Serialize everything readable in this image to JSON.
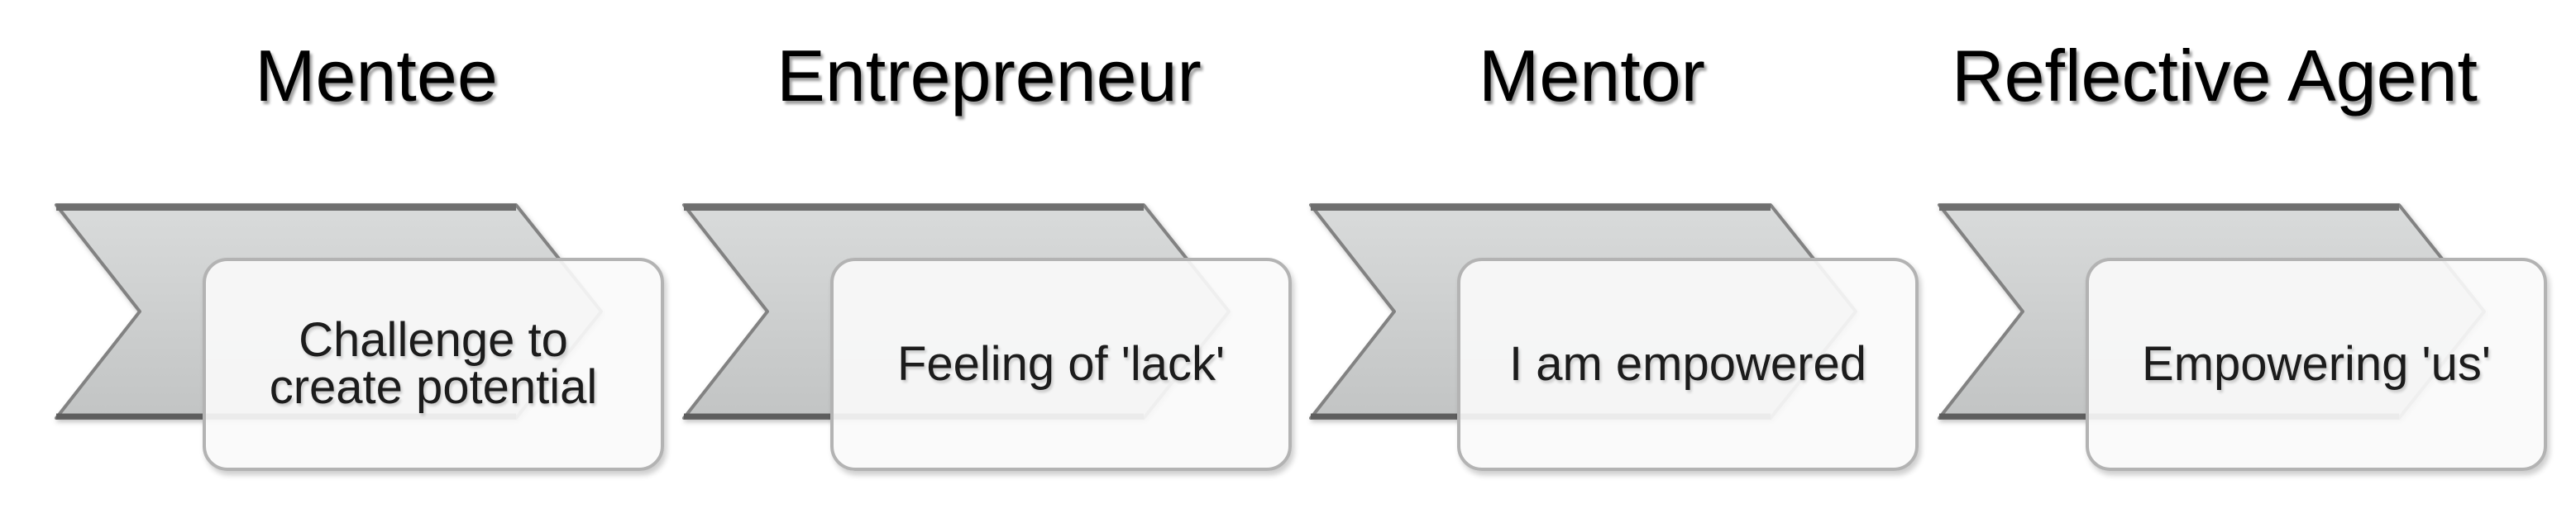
{
  "diagram": {
    "type": "process-chevron-flow",
    "stage_count": 4,
    "background_color": "#ffffff",
    "units": [
      {
        "title": "Mentee",
        "label": "Challenge to create potential"
      },
      {
        "title": "Entrepreneur",
        "label": "Feeling of 'lack'"
      },
      {
        "title": "Mentor",
        "label": "I am empowered"
      },
      {
        "title": "Reflective Agent",
        "label": "Empowering 'us'"
      }
    ],
    "colors": {
      "chevron_fill_top": "#d9dbdb",
      "chevron_fill_bottom": "#c2c4c4",
      "chevron_outline": "#828282",
      "chevron_top_edge": "#6e6e6e",
      "chevron_bottom_edge": "#5e5e5e",
      "card_fill": "#fafafa",
      "card_border": "#b3b3b3",
      "card_text": "#1c1c1c",
      "title_text": "#000000"
    }
  }
}
